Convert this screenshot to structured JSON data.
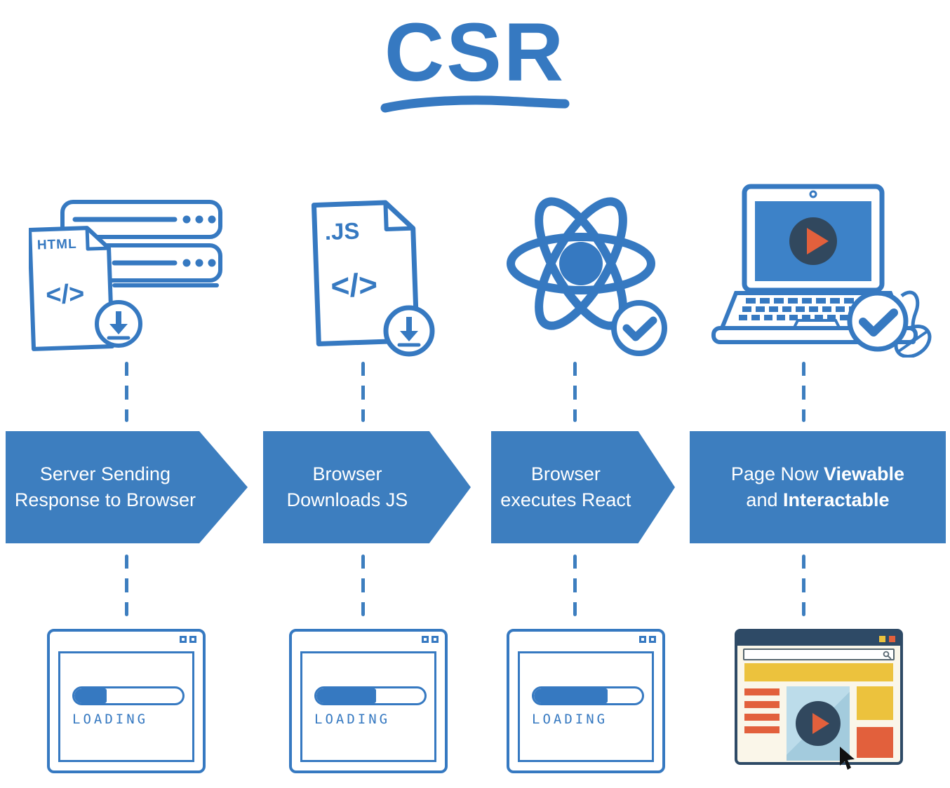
{
  "title": {
    "text": "CSR"
  },
  "colors": {
    "accent_blue": "#3d7ebf",
    "icon_blue": "#3679c1",
    "navy": "#2e4a66",
    "orange": "#e2603c",
    "yellow": "#ecc23d",
    "light_blue": "#aed3e2",
    "cream": "#faf6e9",
    "white": "#ffffff",
    "cursor_black": "#111111"
  },
  "steps": [
    {
      "id": "server-response",
      "icon": {
        "name": "server-html-file-download-icon",
        "file_label": "HTML",
        "code_glyph": "</>"
      },
      "banner": {
        "shape": "arrow",
        "line1": "Server Sending",
        "line2": "Response to Browser"
      },
      "result": {
        "type": "loading-window",
        "label": "LOADING",
        "progress_percent": 30
      }
    },
    {
      "id": "browser-downloads-js",
      "icon": {
        "name": "js-file-download-icon",
        "file_label": ".JS",
        "code_glyph": "</>"
      },
      "banner": {
        "shape": "arrow",
        "line1": "Browser",
        "line2": "Downloads JS"
      },
      "result": {
        "type": "loading-window",
        "label": "LOADING",
        "progress_percent": 55
      }
    },
    {
      "id": "browser-executes-react",
      "icon": {
        "name": "react-logo-check-icon"
      },
      "banner": {
        "shape": "arrow",
        "line1": "Browser",
        "line2": "executes React"
      },
      "result": {
        "type": "loading-window",
        "label": "LOADING",
        "progress_percent": 68
      }
    },
    {
      "id": "page-ready",
      "icon": {
        "name": "laptop-play-check-mouse-icon"
      },
      "banner": {
        "shape": "rect",
        "line1_regular": "Page Now",
        "line1_bold": "Viewable",
        "line2_regular": "and",
        "line2_bold": "Interactable"
      },
      "result": {
        "type": "rendered-page-window"
      }
    }
  ]
}
